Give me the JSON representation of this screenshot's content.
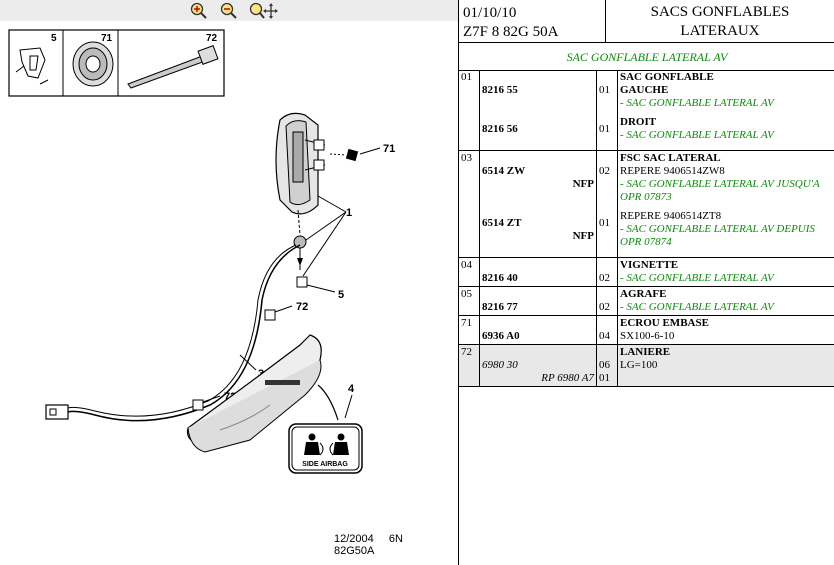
{
  "toolbar": {
    "zoom_in": "zoom-in-icon",
    "zoom_out": "zoom-out-icon",
    "zoom_move": "zoom-move-icon"
  },
  "diagram": {
    "inset_labels": [
      "5",
      "71",
      "72"
    ],
    "callouts": [
      "71",
      "1",
      "5",
      "72",
      "3",
      "72",
      "4"
    ],
    "badge_text": "SIDE AIRBAG"
  },
  "footer_left": {
    "date": "12/2004",
    "code": "6N 82G50A"
  },
  "header": {
    "date": "01/10/10",
    "ref": "Z7F 8 82G 50A",
    "title_line1": "SACS GONFLABLES",
    "title_line2": "LATERAUX"
  },
  "subtitle": "SAC GONFLABLE LATERAL AV",
  "groups": [
    {
      "num": "01",
      "title": "SAC GONFLABLE",
      "items": [
        {
          "part": "8216 55",
          "qty": "01",
          "desc": "GAUCHE",
          "note": "- SAC GONFLABLE LATERAL AV"
        },
        {
          "part": "8216 56",
          "qty": "01",
          "desc": "DROIT",
          "note": "- SAC GONFLABLE LATERAL AV"
        }
      ]
    },
    {
      "num": "03",
      "title": "FSC SAC LATERAL",
      "items": [
        {
          "part": "6514 ZW",
          "nfp": "NFP",
          "qty": "02",
          "desc": "REPERE 9406514ZW8",
          "note": "- SAC GONFLABLE LATERAL AV JUSQU'A OPR 07873"
        },
        {
          "part": "6514 ZT",
          "nfp": "NFP",
          "qty": "01",
          "desc": "REPERE 9406514ZT8",
          "note": "- SAC GONFLABLE LATERAL AV DEPUIS OPR 07874"
        }
      ]
    },
    {
      "num": "04",
      "title": "VIGNETTE",
      "items": [
        {
          "part": "8216 40",
          "qty": "02",
          "note": "- SAC GONFLABLE LATERAL AV"
        }
      ]
    },
    {
      "num": "05",
      "title": "AGRAFE",
      "items": [
        {
          "part": "8216 77",
          "qty": "02",
          "note": "- SAC GONFLABLE LATERAL AV"
        }
      ]
    },
    {
      "num": "71",
      "title": "ECROU EMBASE",
      "items": [
        {
          "part": "6936 A0",
          "qty": "04",
          "note": "SX100-6-10"
        }
      ]
    },
    {
      "num": "72",
      "title": "LANIERE",
      "items": [
        {
          "part": "6980 30",
          "qty": "06",
          "note": "LG=100",
          "rp": "RP 6980 A7",
          "rp_qty": "01"
        }
      ]
    }
  ],
  "colors": {
    "green": "#0a8a0a",
    "shade": "#e8e8e8",
    "toolbar": "#ececec"
  }
}
